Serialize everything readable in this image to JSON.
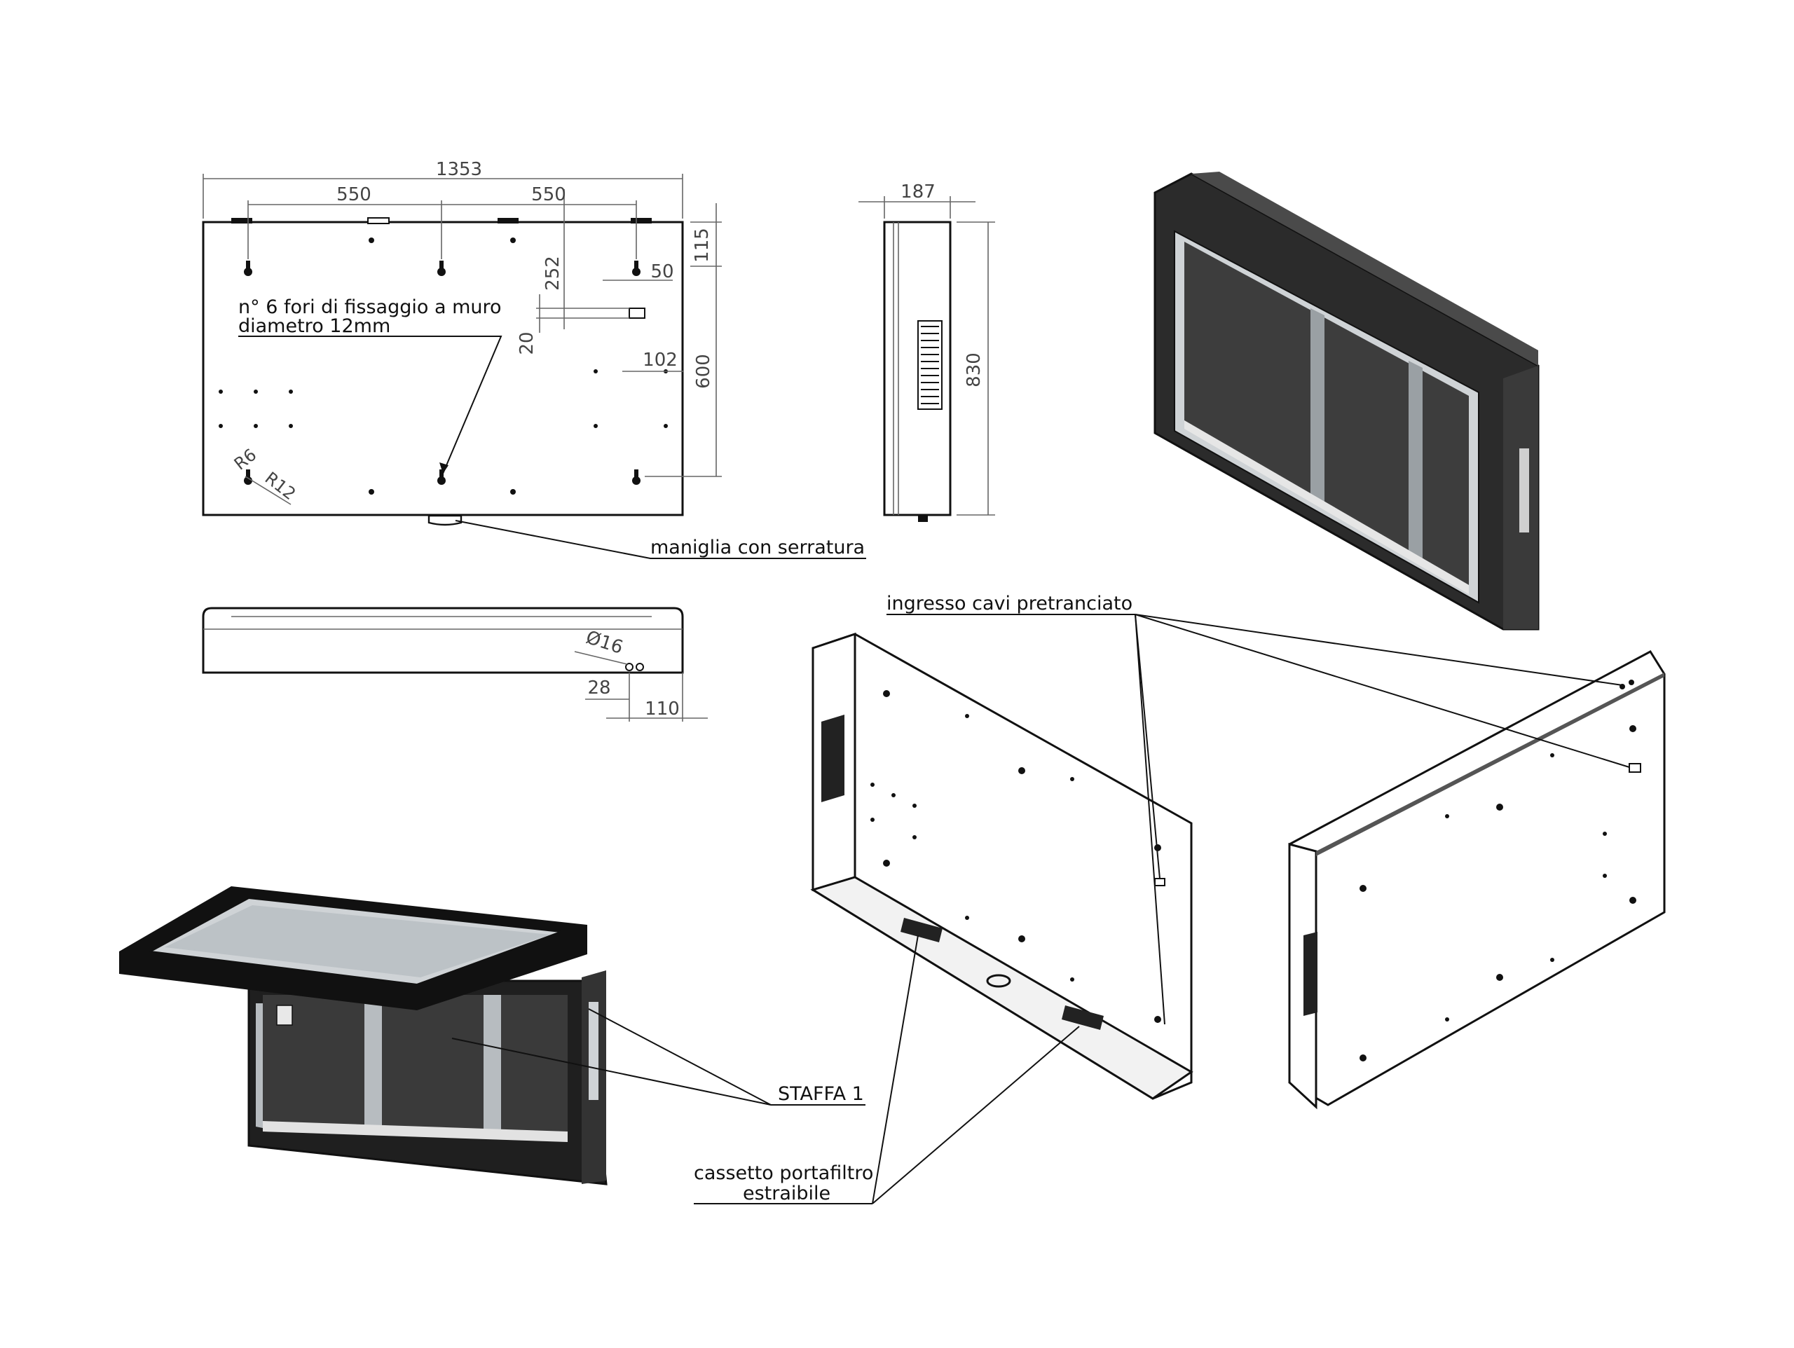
{
  "colors": {
    "ink": "#111111",
    "dimension": "#444444",
    "panel_dark": "#2b2b2b",
    "panel_mid": "#5a5a5a",
    "glass": "#cfd3d6"
  },
  "front_view": {
    "dim_total_width": "1353",
    "dim_spacing_left": "550",
    "dim_spacing_right": "550",
    "dim_top_margin": "115",
    "dim_hole_offset": "252",
    "dim_side_offset": "50",
    "dim_slot_height": "20",
    "dim_inner_offset": "102",
    "dim_height": "600",
    "dim_radius_small": "R6",
    "dim_radius_large": "R12",
    "note_line1": "n° 6 fori di fissaggio a muro",
    "note_line2": "diametro 12mm",
    "callout_handle": "maniglia con serratura"
  },
  "side_view": {
    "dim_depth": "187",
    "dim_height": "830"
  },
  "bottom_view": {
    "dim_diameter": "Ø16",
    "dim_offset_a": "28",
    "dim_offset_b": "110"
  },
  "callouts": {
    "cable_entry": "ingresso cavi pretranciato",
    "bracket": "STAFFA 1",
    "filter_line1": "cassetto portafiltro",
    "filter_line2": "estraibile"
  }
}
